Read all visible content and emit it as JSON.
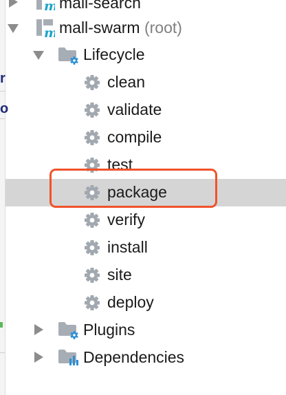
{
  "tree": {
    "top_item": {
      "label": "mall-search"
    },
    "module": {
      "label": "mall-swarm",
      "suffix": "(root)"
    },
    "lifecycle": {
      "label": "Lifecycle",
      "phases": [
        {
          "label": "clean"
        },
        {
          "label": "validate"
        },
        {
          "label": "compile"
        },
        {
          "label": "test"
        },
        {
          "label": "package"
        },
        {
          "label": "verify"
        },
        {
          "label": "install"
        },
        {
          "label": "site"
        },
        {
          "label": "deploy"
        }
      ],
      "selected_phase": "package"
    },
    "plugins": {
      "label": "Plugins"
    },
    "dependencies": {
      "label": "Dependencies"
    }
  },
  "left_strip": {
    "marks": [
      "r",
      "o"
    ]
  },
  "colors": {
    "selection_bg": "#d5d5d5",
    "highlight_border": "#f0522a",
    "folder": "#a7adb5",
    "gear": "#a2a8b0",
    "gear_badge": "#2c8fd6",
    "maven_m": "#1aa3c9"
  },
  "icons": {
    "module": "maven-module-icon",
    "lifecycle": "lifecycle-folder-icon",
    "phase": "gear-icon",
    "plugins": "plugins-folder-icon",
    "dependencies": "dependencies-folder-icon"
  }
}
